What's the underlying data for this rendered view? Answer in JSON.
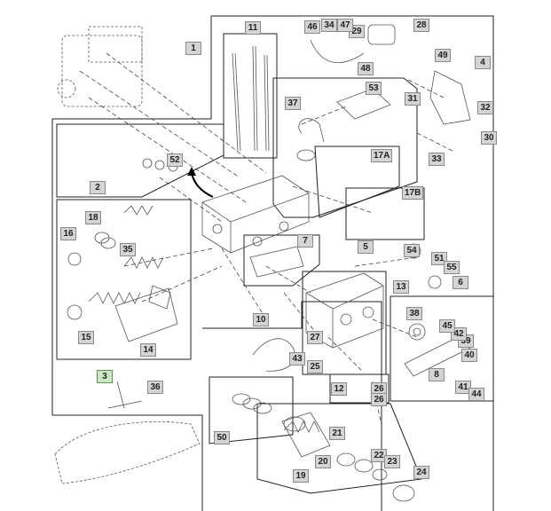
{
  "callouts": [
    {
      "id": "c1",
      "text": "1"
    },
    {
      "id": "c2",
      "text": "2"
    },
    {
      "id": "c3",
      "text": "3",
      "highlight": true
    },
    {
      "id": "c4",
      "text": "4"
    },
    {
      "id": "c5",
      "text": "5"
    },
    {
      "id": "c6",
      "text": "6"
    },
    {
      "id": "c7",
      "text": "7"
    },
    {
      "id": "c8",
      "text": "8"
    },
    {
      "id": "c10",
      "text": "10"
    },
    {
      "id": "c11",
      "text": "11"
    },
    {
      "id": "c12",
      "text": "12"
    },
    {
      "id": "c13",
      "text": "13"
    },
    {
      "id": "c14",
      "text": "14"
    },
    {
      "id": "c15",
      "text": "15"
    },
    {
      "id": "c16",
      "text": "16"
    },
    {
      "id": "c17a",
      "text": "17A"
    },
    {
      "id": "c17b",
      "text": "17B"
    },
    {
      "id": "c18",
      "text": "18"
    },
    {
      "id": "c19",
      "text": "19"
    },
    {
      "id": "c20",
      "text": "20"
    },
    {
      "id": "c21",
      "text": "21"
    },
    {
      "id": "c22",
      "text": "22"
    },
    {
      "id": "c23",
      "text": "23"
    },
    {
      "id": "c24",
      "text": "24"
    },
    {
      "id": "c25",
      "text": "25"
    },
    {
      "id": "c26a",
      "text": "26"
    },
    {
      "id": "c26b",
      "text": "26"
    },
    {
      "id": "c27",
      "text": "27"
    },
    {
      "id": "c28",
      "text": "28"
    },
    {
      "id": "c29",
      "text": "29"
    },
    {
      "id": "c30",
      "text": "30"
    },
    {
      "id": "c31",
      "text": "31"
    },
    {
      "id": "c32",
      "text": "32"
    },
    {
      "id": "c33",
      "text": "33"
    },
    {
      "id": "c34",
      "text": "34"
    },
    {
      "id": "c35",
      "text": "35"
    },
    {
      "id": "c36",
      "text": "36"
    },
    {
      "id": "c37",
      "text": "37"
    },
    {
      "id": "c38",
      "text": "38"
    },
    {
      "id": "c39",
      "text": "39"
    },
    {
      "id": "c40",
      "text": "40"
    },
    {
      "id": "c41",
      "text": "41"
    },
    {
      "id": "c42",
      "text": "42"
    },
    {
      "id": "c43",
      "text": "43"
    },
    {
      "id": "c44",
      "text": "44"
    },
    {
      "id": "c45",
      "text": "45"
    },
    {
      "id": "c46",
      "text": "46"
    },
    {
      "id": "c47",
      "text": "47"
    },
    {
      "id": "c48",
      "text": "48"
    },
    {
      "id": "c49",
      "text": "49"
    },
    {
      "id": "c50",
      "text": "50"
    },
    {
      "id": "c51",
      "text": "51"
    },
    {
      "id": "c52",
      "text": "52"
    },
    {
      "id": "c53",
      "text": "53"
    },
    {
      "id": "c54",
      "text": "54"
    },
    {
      "id": "c55",
      "text": "55"
    }
  ]
}
